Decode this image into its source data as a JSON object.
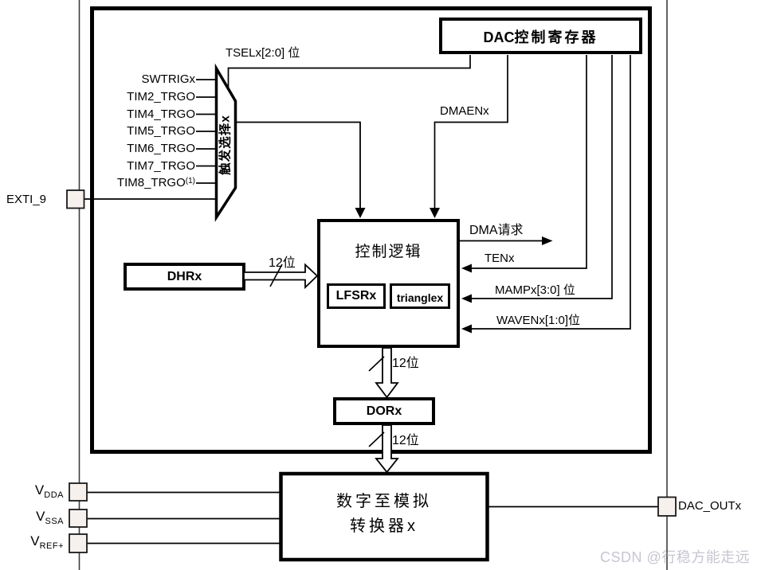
{
  "watermark": "CSDN @行稳方能走远",
  "colors": {
    "line": "#000000",
    "rail": "#3c3c3c",
    "pin_fill": "#f7f1ee",
    "watermark": "#c7c6d1"
  },
  "diagram": {
    "dac_register": {
      "latin": "DAC",
      "cn": "控制寄存器"
    },
    "tsel_label": "TSELx[2:0] 位",
    "trigger_mux_label": "触发选择x",
    "triggers": [
      {
        "label": "SWTRIGx",
        "sup": ""
      },
      {
        "label": "TIM2_TRGO",
        "sup": ""
      },
      {
        "label": "TIM4_TRGO",
        "sup": ""
      },
      {
        "label": "TIM5_TRGO",
        "sup": ""
      },
      {
        "label": "TIM6_TRGO",
        "sup": ""
      },
      {
        "label": "TIM7_TRGO",
        "sup": ""
      },
      {
        "label": "TIM8_TRGO",
        "sup": "(1)"
      }
    ],
    "exti_label": "EXTI_9",
    "dmaen_label": "DMAENx",
    "dma_request_label": "DMA请求",
    "tenx_label": "TENx",
    "mampx_label": "MAMPx[3:0] 位",
    "wavenx_label": "WAVENx[1:0]位",
    "control_logic_label": "控制逻辑",
    "lfsr_label": "LFSRx",
    "triangle_label": "trianglex",
    "dhr_label": "DHRx",
    "dor_label": "DORx",
    "bus_width_label": "12位",
    "converter_line1": "数字至模拟",
    "converter_line2": "转换器x",
    "dac_out_label": "DAC_OUTx",
    "pins": [
      {
        "name": "V",
        "sub": "DDA"
      },
      {
        "name": "V",
        "sub": "SSA"
      },
      {
        "name": "V",
        "sub": "REF+"
      }
    ]
  }
}
